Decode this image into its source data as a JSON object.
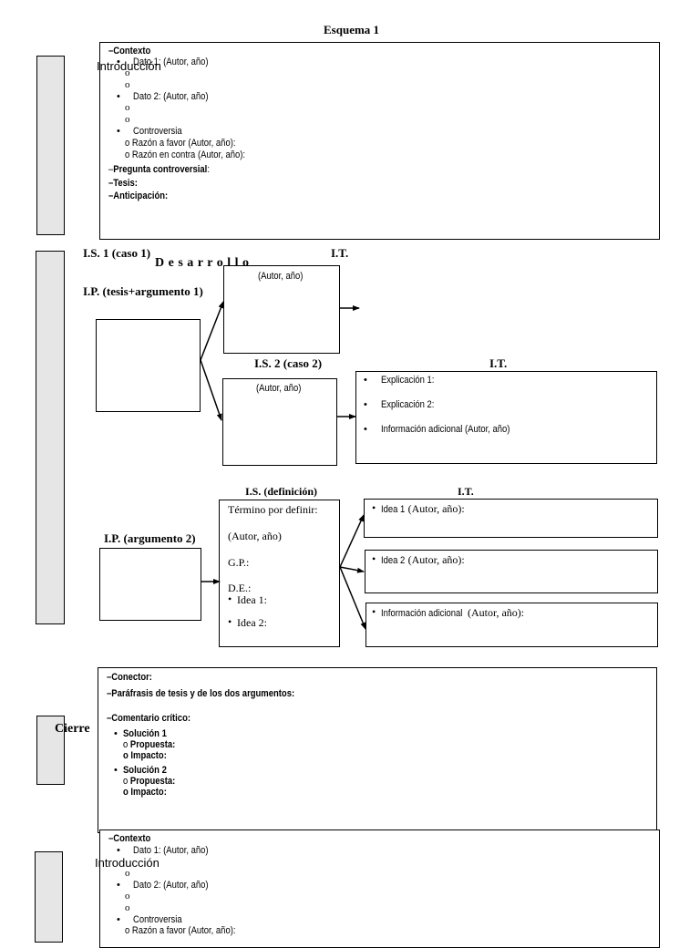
{
  "page_title": "Esquema 1",
  "intro": {
    "side_label": "Introducción",
    "contexto": "Contexto",
    "dato1": "Dato 1: (Autor, año)",
    "dato2": "Dato 2: (Autor, año)",
    "controversia": "Controversia",
    "razon_favor": "Razón a favor (Autor, año):",
    "razon_contra": "Razón en contra (Autor, año):",
    "pregunta": "Pregunta controversial",
    "pregunta_colon": ":",
    "tesis": "Tesis:",
    "anticipacion": "Anticipación:",
    "circle": "o"
  },
  "desarrollo": {
    "heading": "D e s a r r o l l o",
    "is1": "I.S. 1 (caso 1)",
    "it1": "I.T.",
    "ip1": "I.P. (tesis+argumento 1)",
    "autor_ano_1": "(Autor, año)",
    "is2": "I.S. 2 (caso 2)",
    "it2": "I.T.",
    "autor_ano_2": "(Autor, año)",
    "explicacion1": "Explicación 1:",
    "explicacion2": "Explicación 2:",
    "info_adicional": "Información adicional (Autor, año)",
    "is_def": "I.S. (definición)",
    "it3": "I.T.",
    "ip2": "I.P. (argumento 2)",
    "termino": "Término por definir:",
    "autor_ano_3": "(Autor, año)",
    "gp": "G.P.:",
    "de": "D.E.:",
    "idea1_short": "Idea 1:",
    "idea2_short": "Idea 2:",
    "idea1_label": "Idea 1",
    "idea1_rest": " (Autor, año):",
    "idea2_label": "Idea 2",
    "idea2_rest": " (Autor, año):",
    "info_label": "Información adicional",
    "info_rest": " (Autor, año):"
  },
  "cierre": {
    "side_label": "Cierre",
    "conector": "Conector:",
    "parafrasis": "Paráfrasis de tesis y de los dos argumentos:",
    "comentario": "Comentario crítico:",
    "solucion1": "Solución 1",
    "solucion2": "Solución 2",
    "propuesta": "Propuesta:",
    "impacto": "Impacto:"
  }
}
